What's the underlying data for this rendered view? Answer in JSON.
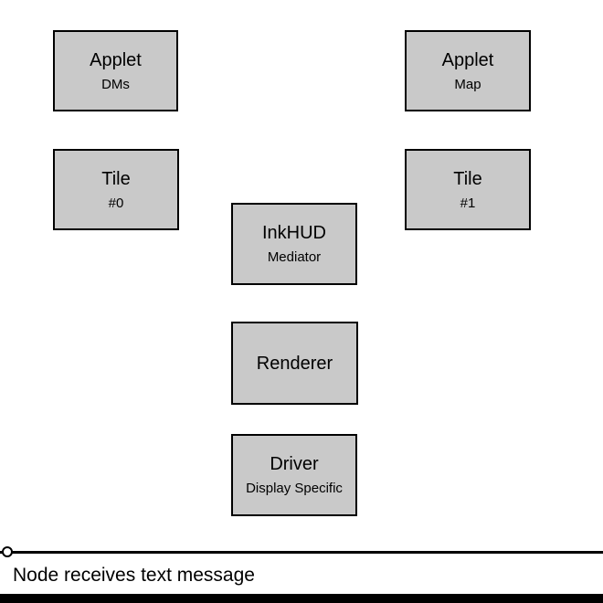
{
  "colors": {
    "background": "#ffffff",
    "box_fill": "#c9c9c9",
    "box_border": "#000000"
  },
  "nodes": {
    "applet_dms": {
      "title": "Applet",
      "subtitle": "DMs"
    },
    "applet_map": {
      "title": "Applet",
      "subtitle": "Map"
    },
    "tile_0": {
      "title": "Tile",
      "subtitle": "#0"
    },
    "tile_1": {
      "title": "Tile",
      "subtitle": "#1"
    },
    "inkhud": {
      "title": "InkHUD",
      "subtitle": "Mediator"
    },
    "renderer": {
      "title": "Renderer"
    },
    "driver": {
      "title": "Driver",
      "subtitle": "Display Specific"
    }
  },
  "timeline": {
    "event_label": "Node receives text message"
  }
}
